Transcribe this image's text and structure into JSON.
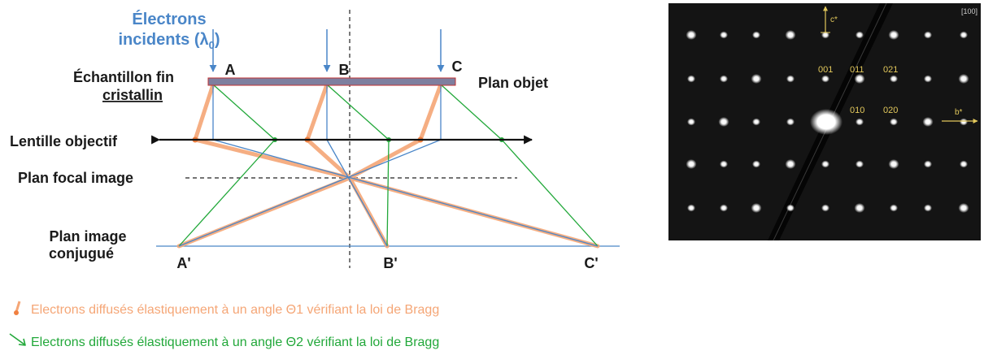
{
  "diagram": {
    "incident_line1": "Électrons",
    "incident_line2": "incidents (λ",
    "incident_sub": "0",
    "incident_close": ")",
    "sample_line1": "Échantillon fin",
    "sample_line2": "cristallin",
    "object_plane": "Plan objet",
    "lens": "Lentille objectif",
    "focal_plane": "Plan focal image",
    "image_plane_line1": "Plan image",
    "image_plane_line2": "conjugué",
    "points": [
      "A",
      "B",
      "C"
    ],
    "image_points": [
      "A'",
      "B'",
      "C'"
    ]
  },
  "legend": {
    "orange_text": "Electrons diffusés élastiquement à un angle Θ1 vérifiant la loi de Bragg",
    "green_text": "Electrons diffusés élastiquement à un angle Θ2 vérifiant la loi de Bragg"
  },
  "diffraction": {
    "zone_axis": "[100]",
    "axis_c": "c*",
    "axis_b": "b*",
    "spot_labels": [
      "001",
      "011",
      "021",
      "010",
      "020"
    ]
  },
  "colors": {
    "orange": "#f5a676",
    "green": "#22a83a",
    "blue": "#4a86c8",
    "sample_fill": "#7e7f9f",
    "pattern_bg": "#141414",
    "pattern_label": "#e2c85c"
  }
}
